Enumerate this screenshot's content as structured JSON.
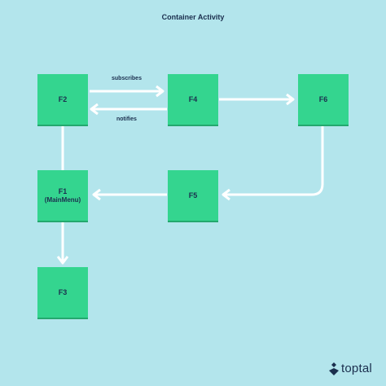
{
  "title": "Container Activity",
  "nodes": {
    "f2": {
      "label": "F2"
    },
    "f4": {
      "label": "F4"
    },
    "f6": {
      "label": "F6"
    },
    "f1": {
      "label": "F1",
      "sublabel": "(MainMenu)"
    },
    "f5": {
      "label": "F5"
    },
    "f3": {
      "label": "F3"
    }
  },
  "edges": {
    "subscribes": "subscribes",
    "notifies": "notifies"
  },
  "logo": {
    "text": "toptal"
  },
  "colors": {
    "background": "#b3e5ec",
    "node": "#34d58f",
    "text": "#1b2f4e",
    "arrow": "#ffffff"
  }
}
